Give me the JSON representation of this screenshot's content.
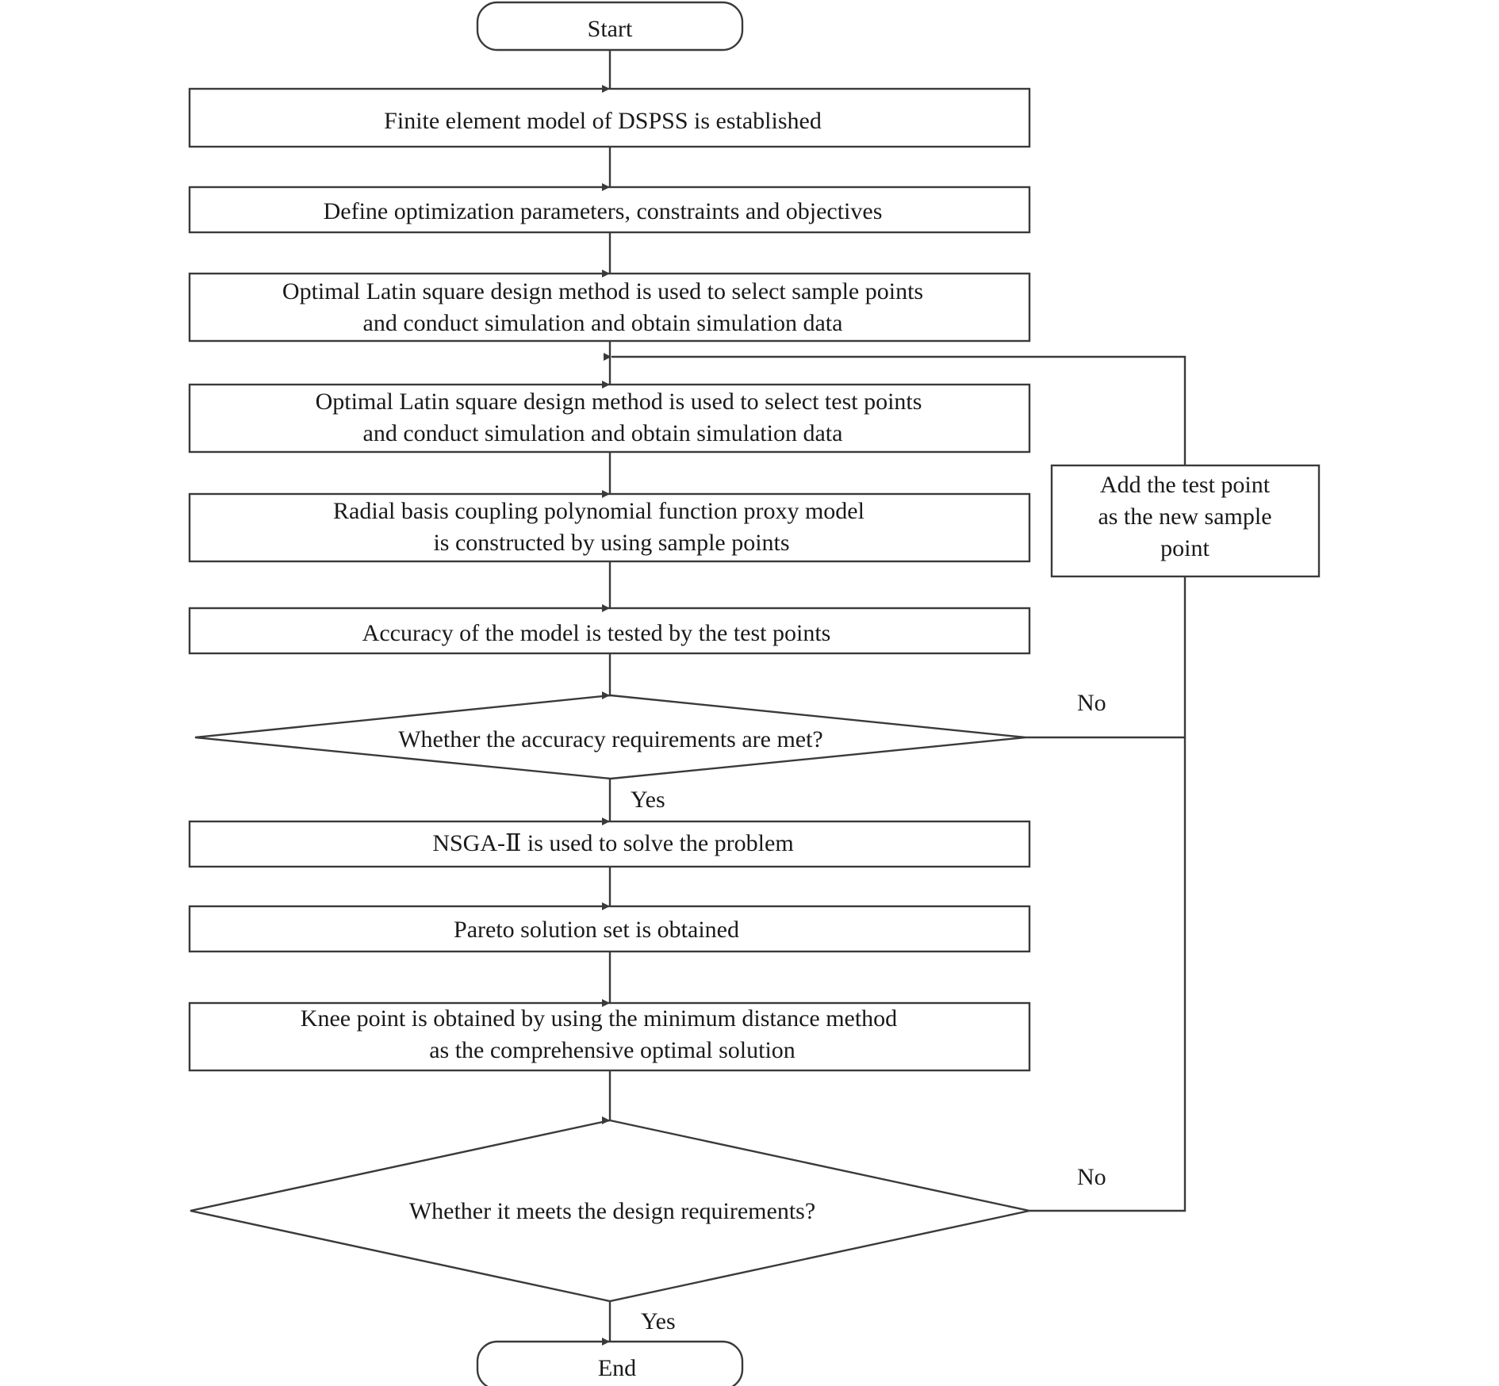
{
  "flowchart": {
    "start": "Start",
    "end": "End",
    "steps": {
      "fem": "Finite element model of DSPSS is established",
      "define": "Define optimization parameters, constraints and objectives",
      "sample_1": "Optimal Latin square design method is used to select sample points",
      "sample_2": "and conduct simulation and obtain simulation data",
      "test_1": "Optimal Latin square design method is used to select test points",
      "test_2": "and conduct simulation and obtain simulation data",
      "rbf_1": "Radial basis coupling polynomial function proxy model",
      "rbf_2": "is constructed by using sample points",
      "accuracy": "Accuracy of the model is tested by the test points",
      "nsga": "NSGA-Ⅱ is used to solve the problem",
      "pareto": "Pareto solution set is obtained",
      "knee_1": "Knee point is obtained by using the minimum distance method",
      "knee_2": "as the comprehensive optimal solution"
    },
    "decisions": {
      "accuracy_check": "Whether the accuracy requirements are met?",
      "design_check": "Whether it meets the design requirements?"
    },
    "side_box": {
      "line_1": "Add the test point",
      "line_2": "as the new sample",
      "line_3": "point"
    },
    "branch_labels": {
      "yes_1": "Yes",
      "no_1": "No",
      "yes_2": "Yes",
      "no_2": "No"
    }
  }
}
